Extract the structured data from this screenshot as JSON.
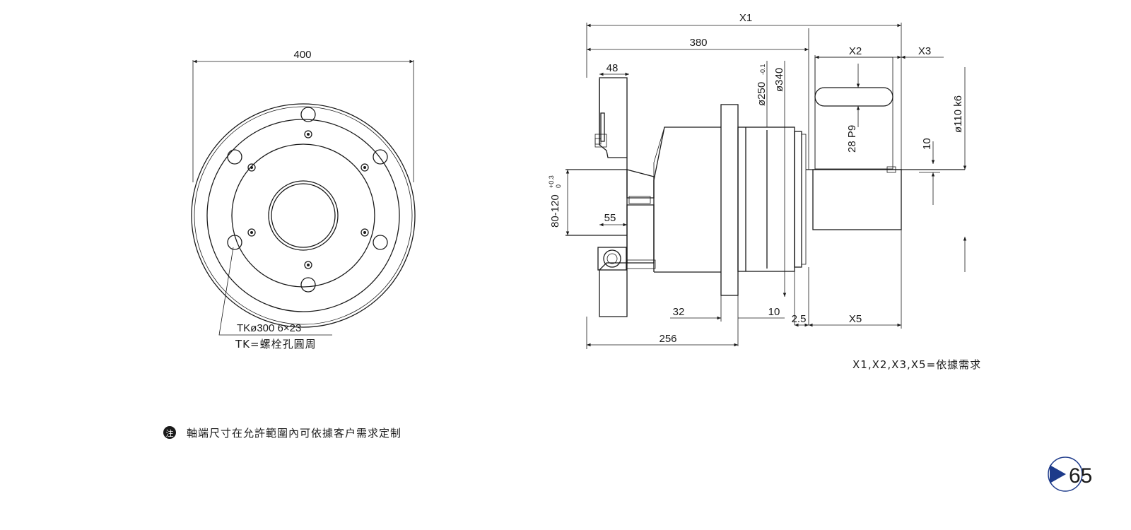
{
  "front_view": {
    "dim_width": "400",
    "tk_label": "TKø300 6×23",
    "tk_note": "TK=螺栓孔圓周"
  },
  "side_view": {
    "x1": "X1",
    "d380": "380",
    "x2": "X2",
    "x3": "X3",
    "d48": "48",
    "d250": "ø250",
    "d250_tol": "-0.1",
    "d340": "ø340",
    "d110": "ø110 k6",
    "key": "28 P9",
    "d10_key": "10",
    "bore": "80-120",
    "bore_tol_up": "+0.3",
    "bore_tol_low": "0",
    "d55": "55",
    "d32": "32",
    "d10": "10",
    "d2_5": "2.5",
    "x5": "X5",
    "d256": "256",
    "note": "X1,X2,X3,X5=依據需求"
  },
  "footer": {
    "note_icon": "注",
    "note": "軸端尺寸在允許範圍內可依據客户需求定制",
    "page_number": "65"
  },
  "colors": {
    "line": "#1a1a1a",
    "badge_arrow": "#1d3a8a",
    "background": "#ffffff"
  }
}
